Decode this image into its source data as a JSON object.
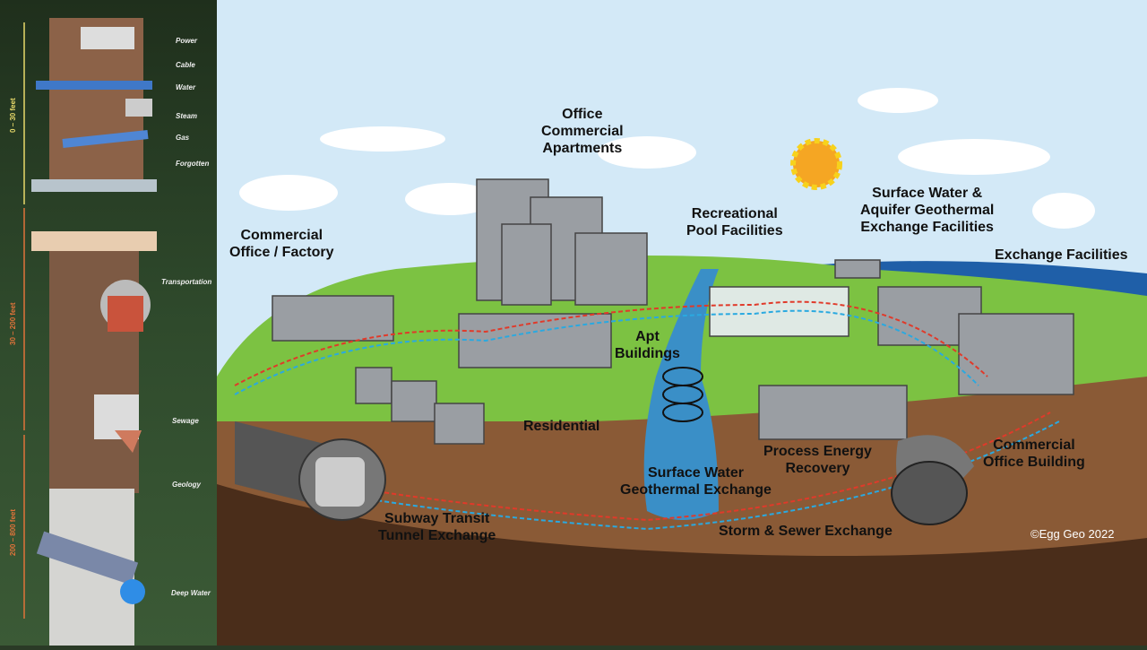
{
  "left_panel": {
    "depths": [
      "0 – 30 feet",
      "30 – 200 feet",
      "200 – 800 feet"
    ],
    "layers": [
      "Power",
      "Cable",
      "Water",
      "Steam",
      "Gas",
      "Forgotten",
      "Transportation",
      "Sewage",
      "Geology",
      "Deep Water"
    ]
  },
  "main": {
    "labels": {
      "office": "Office\nCommercial\nApartments",
      "factory": "Commercial\nOffice / Factory",
      "pool": "Recreational\nPool Facilities",
      "aquifer": "Surface Water &\nAquifer Geothermal\nExchange Facilities",
      "exchange": "Exchange Facilities",
      "apt": "Apt\nBuildings",
      "residential": "Residential",
      "process": "Process Energy\nRecovery",
      "office_building": "Commercial\nOffice Building",
      "surface": "Surface Water\nGeothermal Exchange",
      "subway": "Subway Transit\nTunnel Exchange",
      "storm": "Storm & Sewer Exchange"
    },
    "copyright": "©Egg Geo 2022"
  },
  "colors": {
    "sky": "#d3e9f7",
    "grass": "#7cc242",
    "earth": "#8a5a36",
    "deep": "#4a2d1a",
    "water": "#3a8fc7",
    "pipe_red": "#e03a2a",
    "pipe_blue": "#2aa9e0"
  }
}
